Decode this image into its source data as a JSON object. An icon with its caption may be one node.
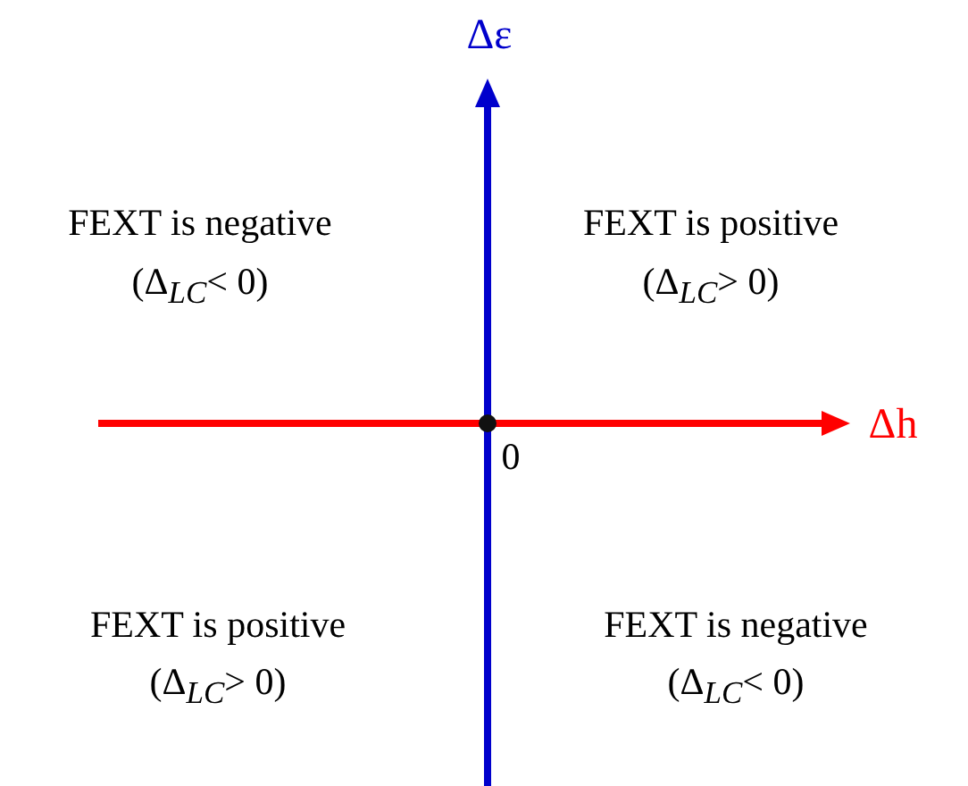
{
  "diagram": {
    "labels": [
      "Δε",
      "FEXT is negative",
      "(Δ$_{LC}$< 0)",
      "FEXT is positive",
      "(Δ$_{LC}$> 0)",
      "Δh",
      "0",
      "FEXT is positive",
      "(Δ$_{LC}$> 0)",
      "FEXT is negative",
      "(Δ$_{LC}$< 0)"
    ]
  }
}
